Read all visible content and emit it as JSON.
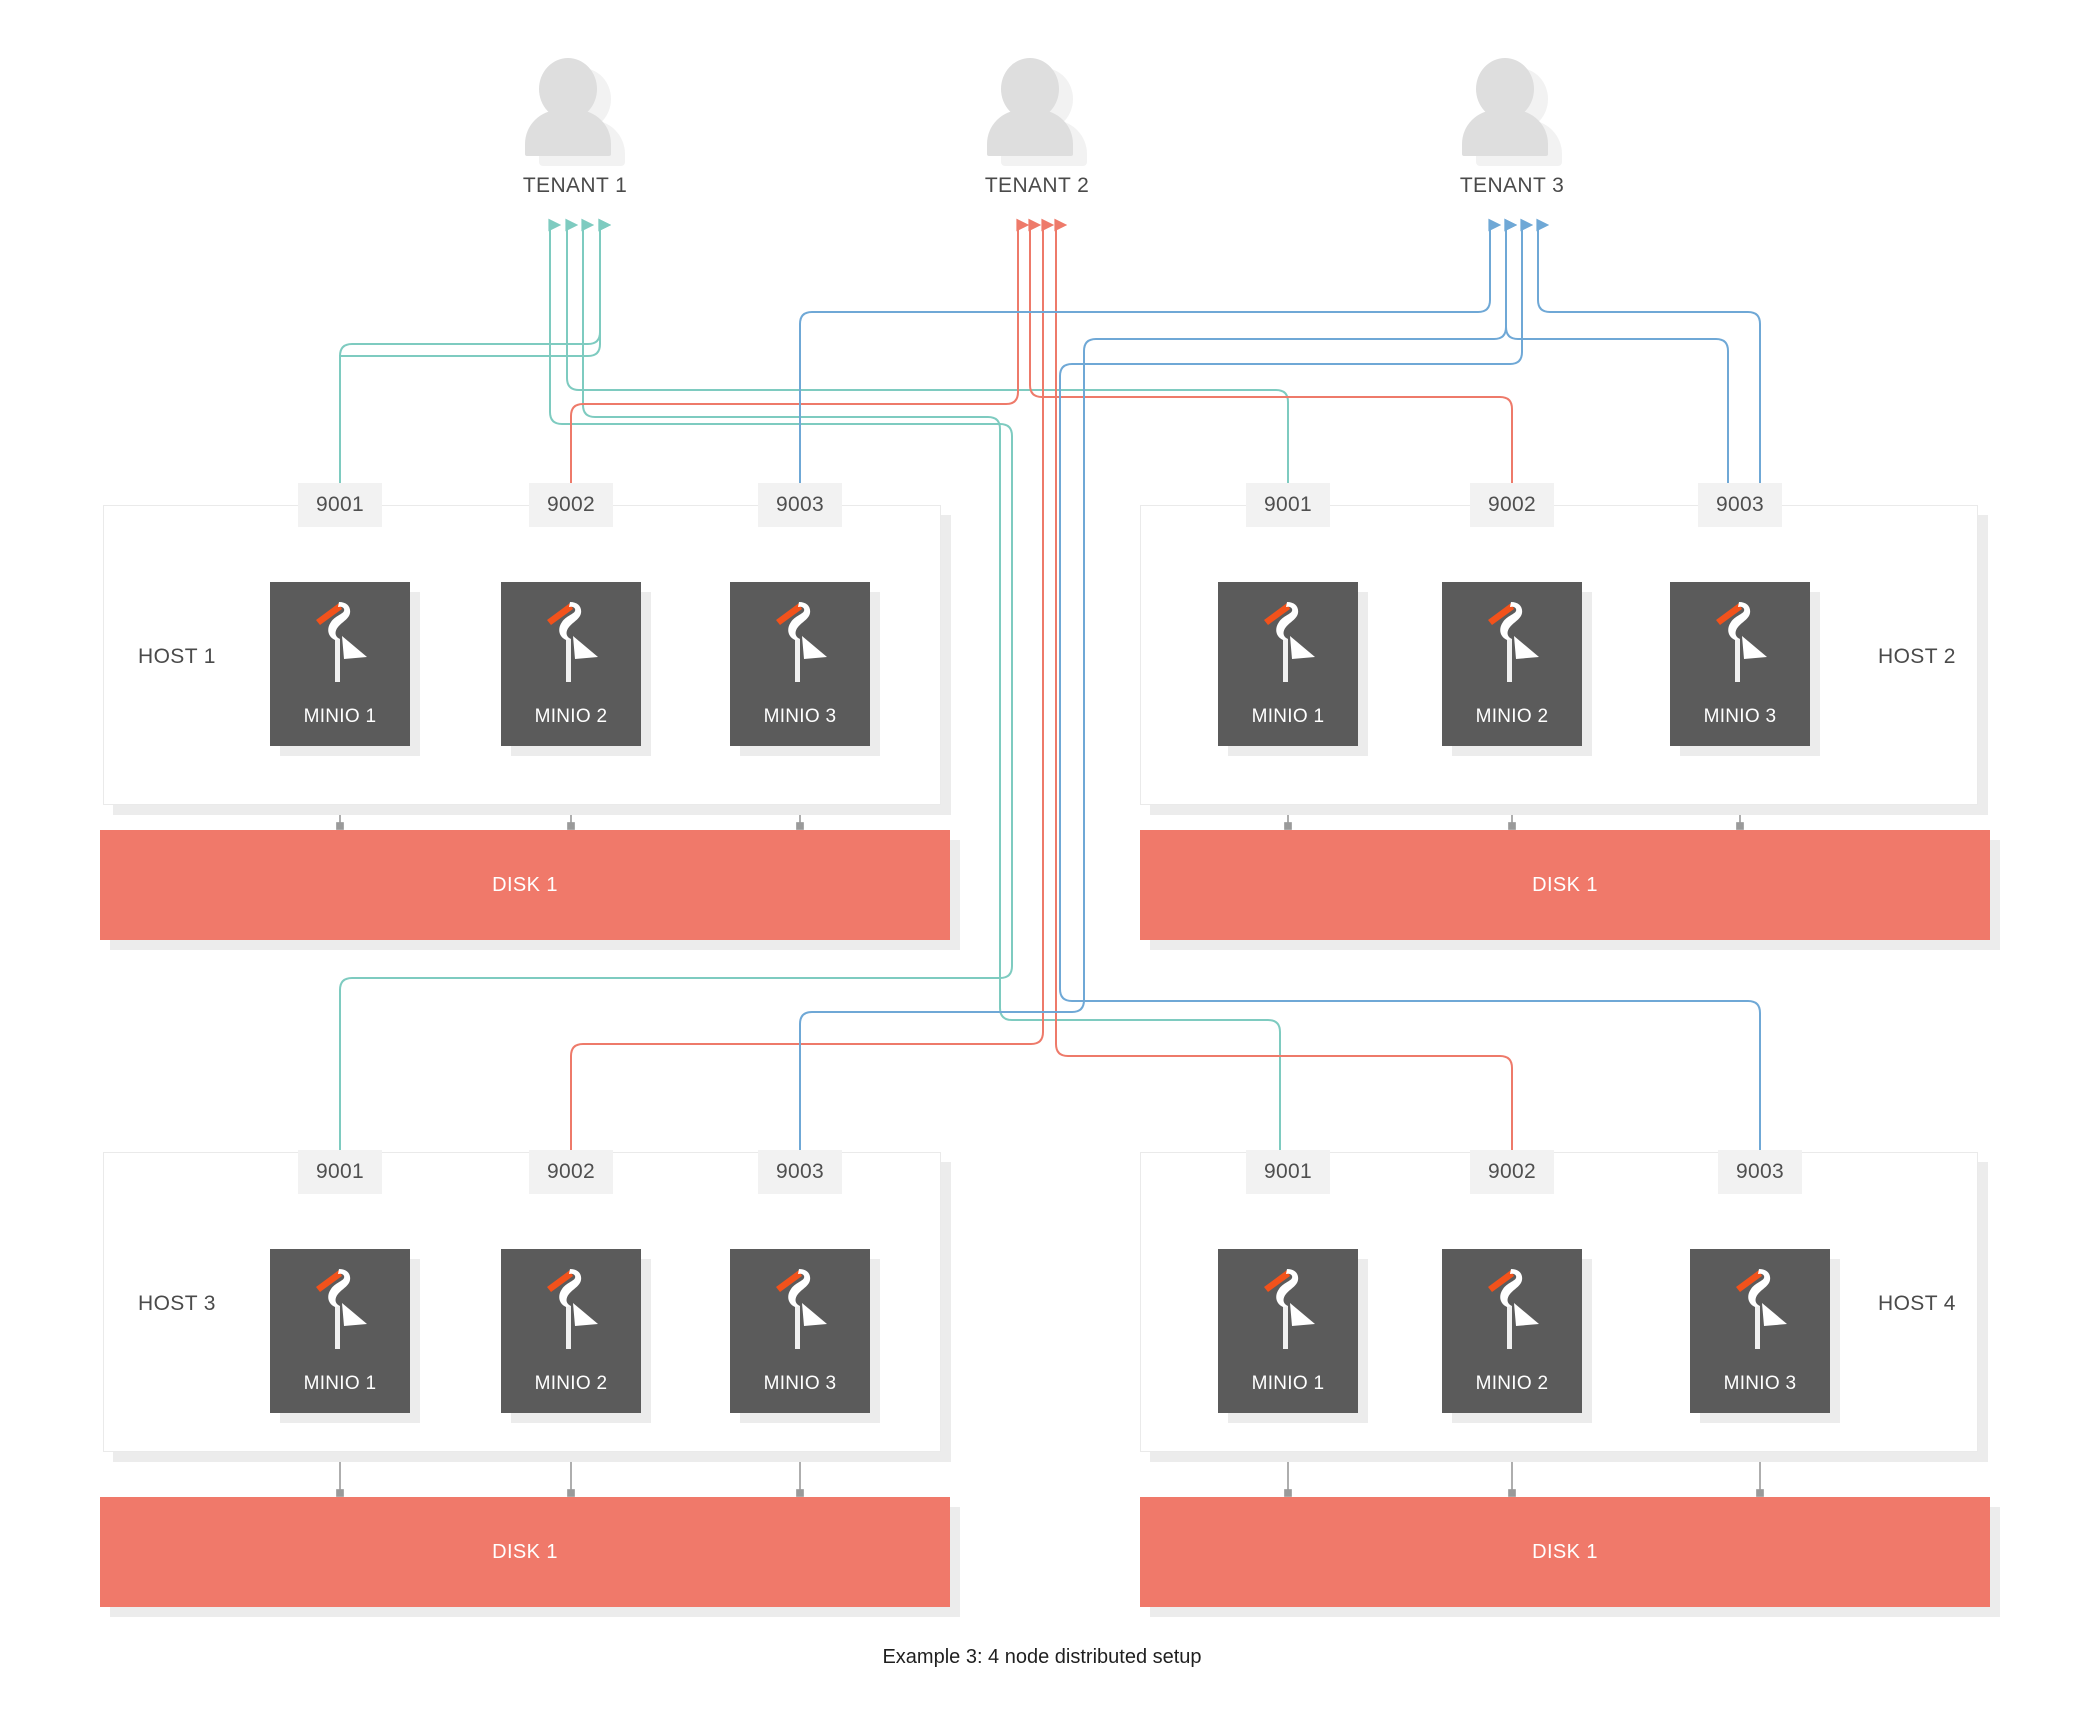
{
  "caption": "Example 3: 4 node distributed setup",
  "colors": {
    "tenant1_line": "#7ecbc0",
    "tenant2_line": "#ee7a6a",
    "tenant3_line": "#6fa8d6",
    "disk": "#f0796a",
    "node_bg": "#5b5b5b",
    "chip_bg": "#f2f2f2",
    "beak": "#f2521b",
    "shadow": "#ececec",
    "text": "#4a4a4a"
  },
  "tenants": [
    {
      "label": "TENANT 1",
      "color": "#7ecbc0",
      "port": "9001"
    },
    {
      "label": "TENANT 2",
      "color": "#ee7a6a",
      "port": "9002"
    },
    {
      "label": "TENANT 3",
      "color": "#6fa8d6",
      "port": "9003"
    }
  ],
  "hosts": [
    {
      "label": "HOST 1",
      "disk": "DISK 1",
      "nodes": [
        {
          "port": "9001",
          "label": "MINIO 1",
          "color": "#7ecbc0"
        },
        {
          "port": "9002",
          "label": "MINIO 2",
          "color": "#ee7a6a"
        },
        {
          "port": "9003",
          "label": "MINIO 3",
          "color": "#6fa8d6"
        }
      ]
    },
    {
      "label": "HOST 2",
      "disk": "DISK 1",
      "nodes": [
        {
          "port": "9001",
          "label": "MINIO 1",
          "color": "#7ecbc0"
        },
        {
          "port": "9002",
          "label": "MINIO 2",
          "color": "#ee7a6a"
        },
        {
          "port": "9003",
          "label": "MINIO 3",
          "color": "#6fa8d6"
        }
      ]
    },
    {
      "label": "HOST 3",
      "disk": "DISK 1",
      "nodes": [
        {
          "port": "9001",
          "label": "MINIO 1",
          "color": "#7ecbc0"
        },
        {
          "port": "9002",
          "label": "MINIO 2",
          "color": "#ee7a6a"
        },
        {
          "port": "9003",
          "label": "MINIO 3",
          "color": "#6fa8d6"
        }
      ]
    },
    {
      "label": "HOST 4",
      "disk": "DISK 1",
      "nodes": [
        {
          "port": "9001",
          "label": "MINIO 1",
          "color": "#7ecbc0"
        },
        {
          "port": "9002",
          "label": "MINIO 2",
          "color": "#ee7a6a"
        },
        {
          "port": "9003",
          "label": "MINIO 3",
          "color": "#6fa8d6"
        }
      ]
    }
  ]
}
